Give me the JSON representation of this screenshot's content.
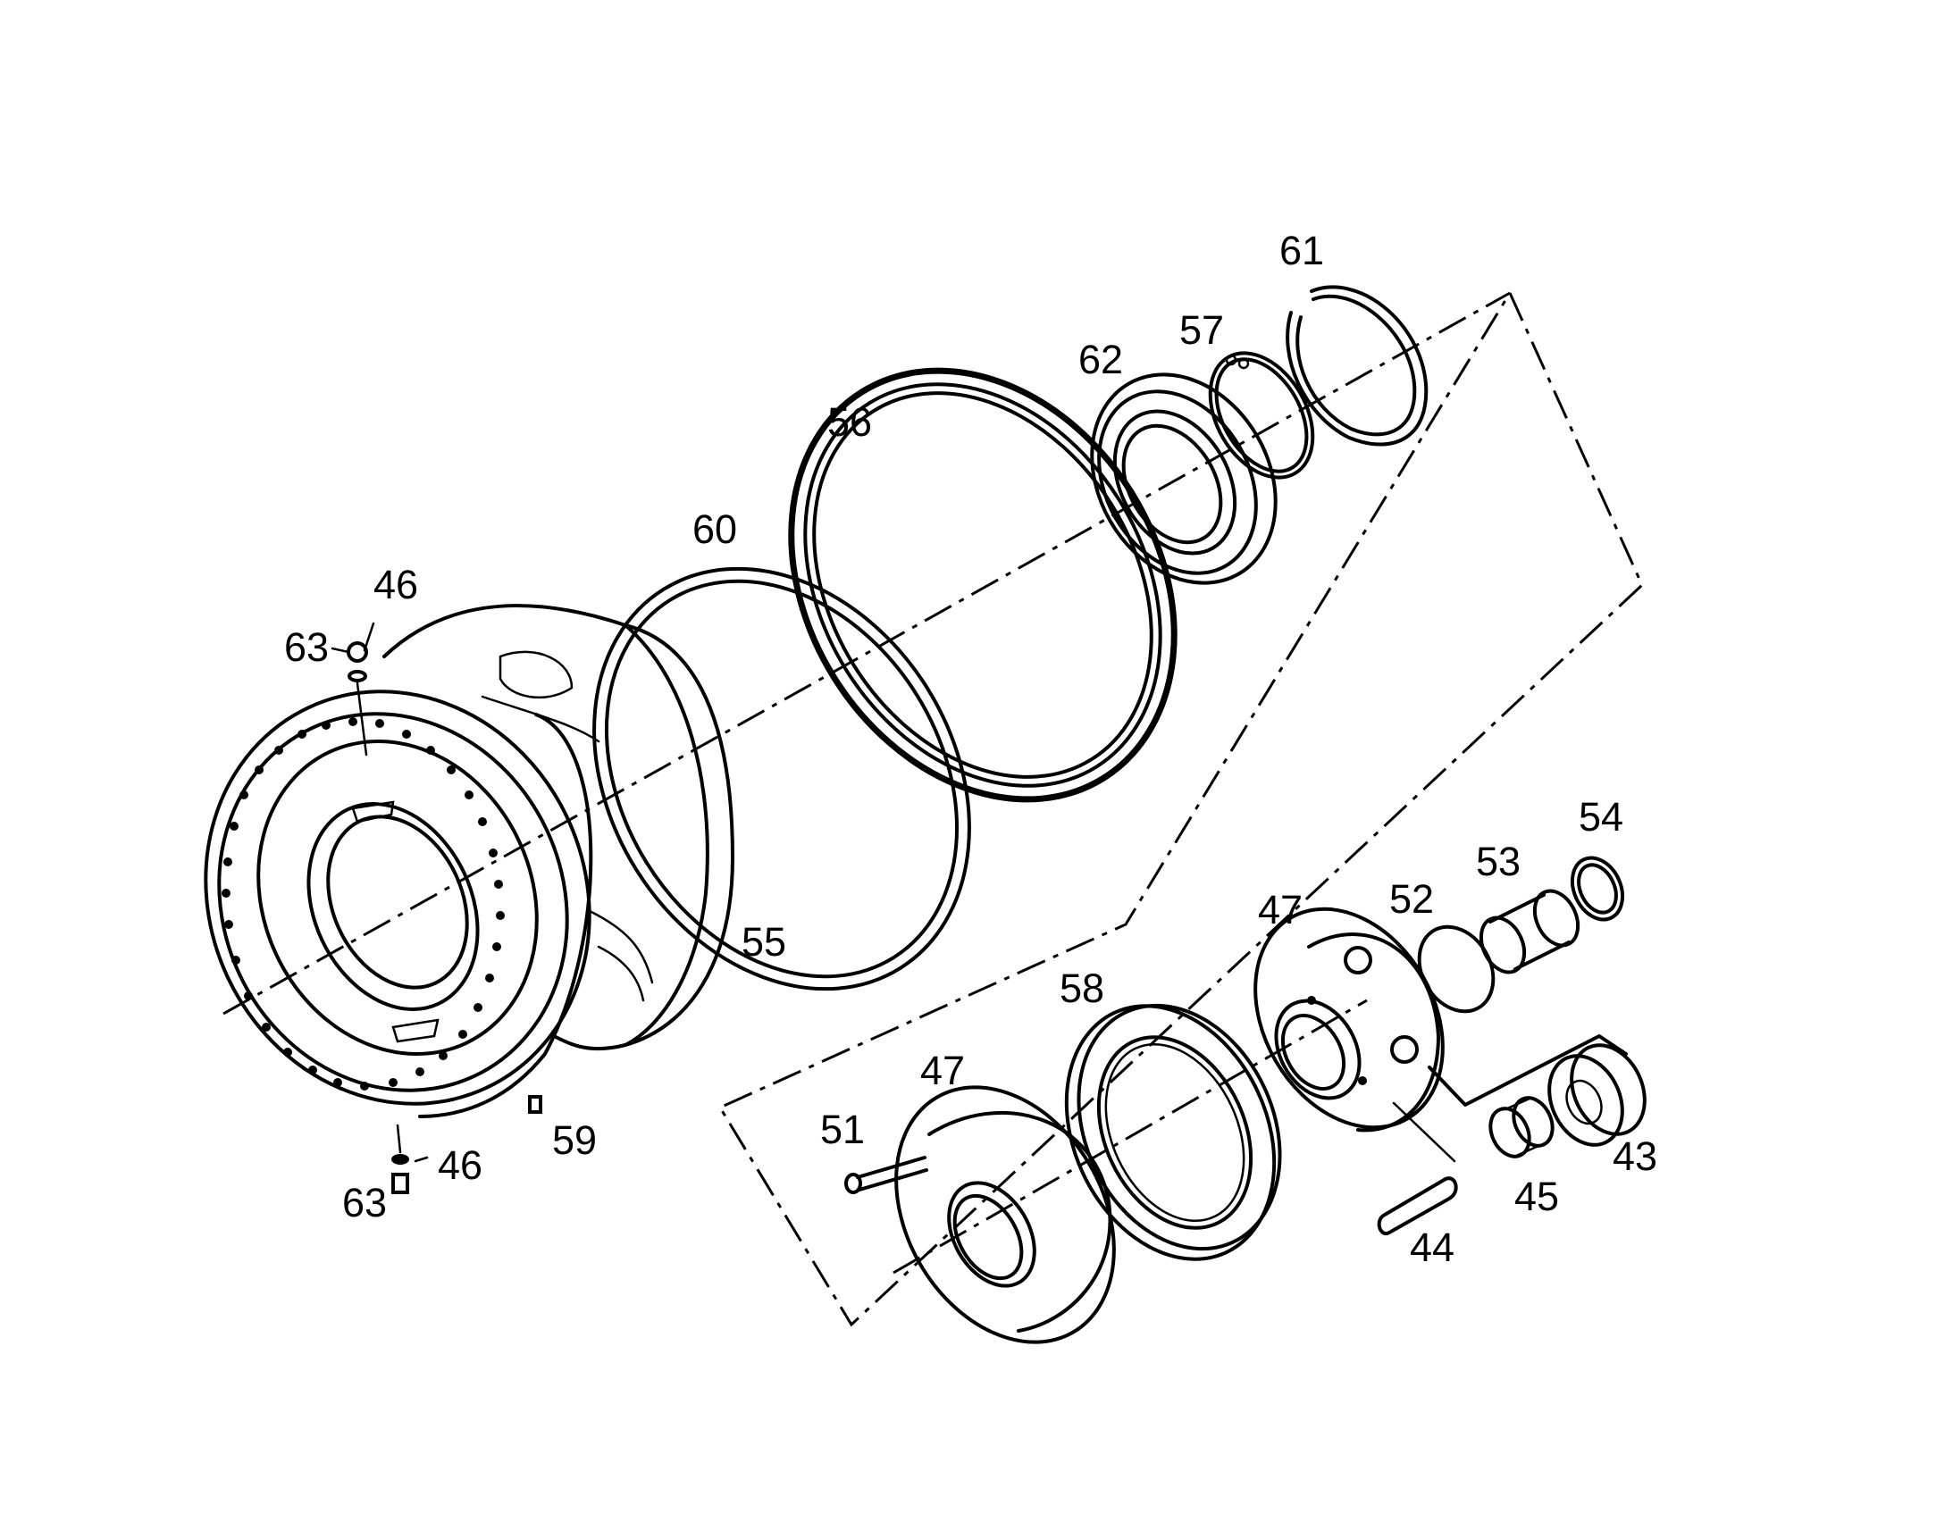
{
  "callouts": {
    "c43": "43",
    "c44": "44",
    "c45": "45",
    "c46_top": "46",
    "c46_bottom": "46",
    "c47_carrier": "47",
    "c47_ring": "47",
    "c51": "51",
    "c52": "52",
    "c53": "53",
    "c54": "54",
    "c55": "55",
    "c56": "56",
    "c57": "57",
    "c58": "58",
    "c59": "59",
    "c60": "60",
    "c61": "61",
    "c62": "62",
    "c63_top": "63",
    "c63_bottom": "63"
  }
}
